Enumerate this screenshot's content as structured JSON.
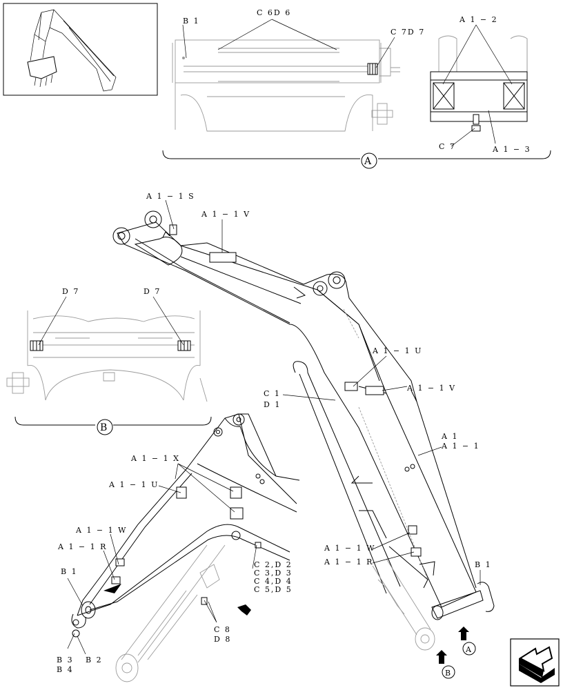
{
  "callouts": {
    "b1_top": "B 1",
    "c6d6": "C 6D 6",
    "c7d7": "C 7D 7",
    "a1_2": "A 1 − 2",
    "c7": "C 7",
    "a1_3": "A 1 − 3",
    "a1_1s": "A 1 − 1 S",
    "a1_1v_top": "A 1 − 1 V",
    "d7_left": "D 7",
    "d7_right": "D 7",
    "a1_1u_right": "A 1 − 1 U",
    "a1_1v_right": "A 1 − 1 V",
    "c1": "C 1",
    "d1": "D 1",
    "a1": "A 1",
    "a1_1": "A 1 − 1",
    "a1_1x": "A 1 − 1 X",
    "a1_1u_left": "A 1 − 1 U",
    "a1_1w_left": "A 1 − 1 W",
    "a1_1r_left": "A 1 − 1 R",
    "b1_left": "B 1",
    "b3": "B 3",
    "b4": "B 4",
    "b2": "B 2",
    "c2d2": "C 2,D 2",
    "c3d3": "C 3,D 3",
    "c4d4": "C 4,D 4",
    "c5d5": "C 5,D 5",
    "c8": "C 8",
    "d8": "D 8",
    "a1_1w_right": "A 1 − 1 W",
    "a1_1r_right": "A 1 − 1 R",
    "b1_right": "B 1"
  },
  "views": {
    "detail_a": "A",
    "detail_b": "B",
    "arrow_a": "A",
    "arrow_b": "B"
  },
  "icons": {
    "thumbnail": "excavator-thumbnail-icon",
    "nav": "next-page-arrow-icon"
  }
}
